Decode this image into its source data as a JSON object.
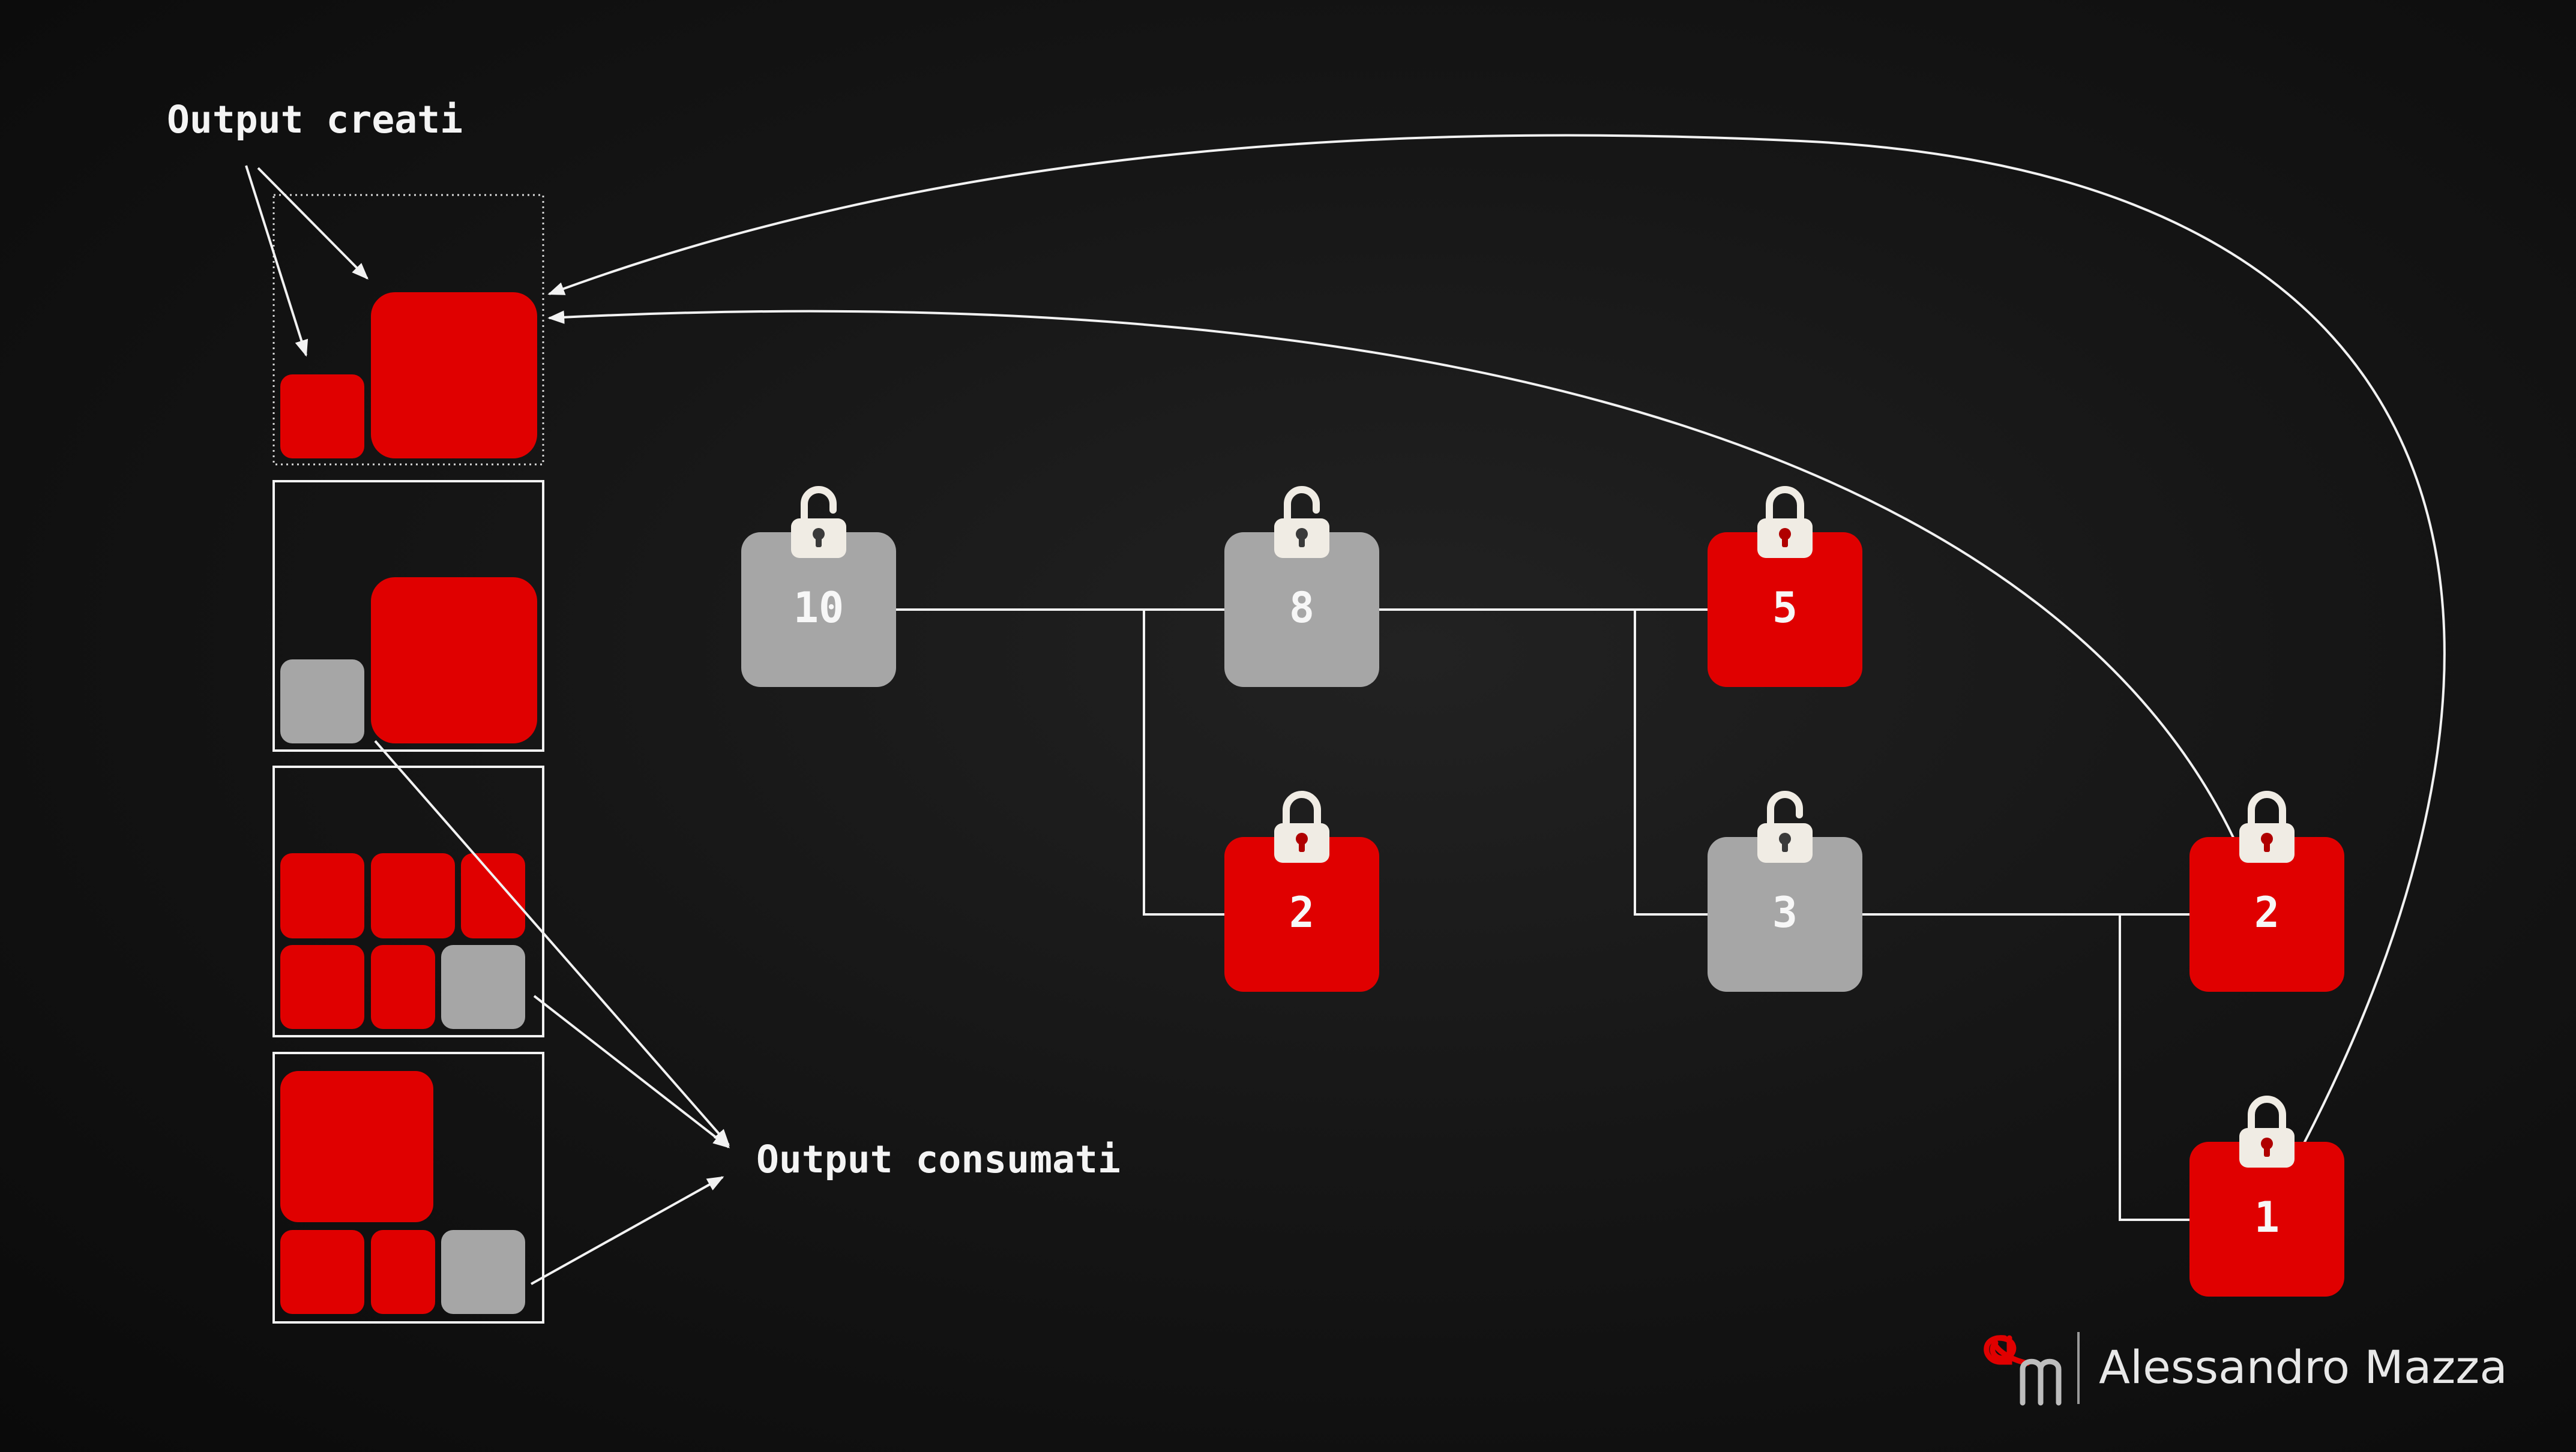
{
  "labels": {
    "output_creati": "Output creati",
    "output_consumati": "Output consumati"
  },
  "utxo_nodes": [
    {
      "id": "n10",
      "value": "10",
      "state": "unlocked",
      "color": "grey"
    },
    {
      "id": "n8",
      "value": "8",
      "state": "unlocked",
      "color": "grey"
    },
    {
      "id": "n5",
      "value": "5",
      "state": "locked",
      "color": "red"
    },
    {
      "id": "n2a",
      "value": "2",
      "state": "locked",
      "color": "red"
    },
    {
      "id": "n3",
      "value": "3",
      "state": "unlocked",
      "color": "grey"
    },
    {
      "id": "n2b",
      "value": "2",
      "state": "locked",
      "color": "red"
    },
    {
      "id": "n1",
      "value": "1",
      "state": "locked",
      "color": "red"
    }
  ],
  "edges": [
    [
      "n10",
      "n8"
    ],
    [
      "n10",
      "n2a"
    ],
    [
      "n8",
      "n5"
    ],
    [
      "n8",
      "n3"
    ],
    [
      "n3",
      "n2b"
    ],
    [
      "n3",
      "n1"
    ]
  ],
  "output_panels": [
    {
      "name": "created-outputs-panel",
      "border": "dotted"
    },
    {
      "name": "consumed-outputs-panel-1",
      "border": "solid"
    },
    {
      "name": "consumed-outputs-panel-2",
      "border": "solid"
    },
    {
      "name": "consumed-outputs-panel-3",
      "border": "solid"
    }
  ],
  "brand": {
    "logo_icon": "am-monogram-icon",
    "author": "Alessandro Mazza"
  },
  "colors": {
    "red": "#e00000",
    "grey": "#a6a6a6",
    "line": "#f2f2f2",
    "lock": "#f0ece4",
    "background": "#121212"
  }
}
